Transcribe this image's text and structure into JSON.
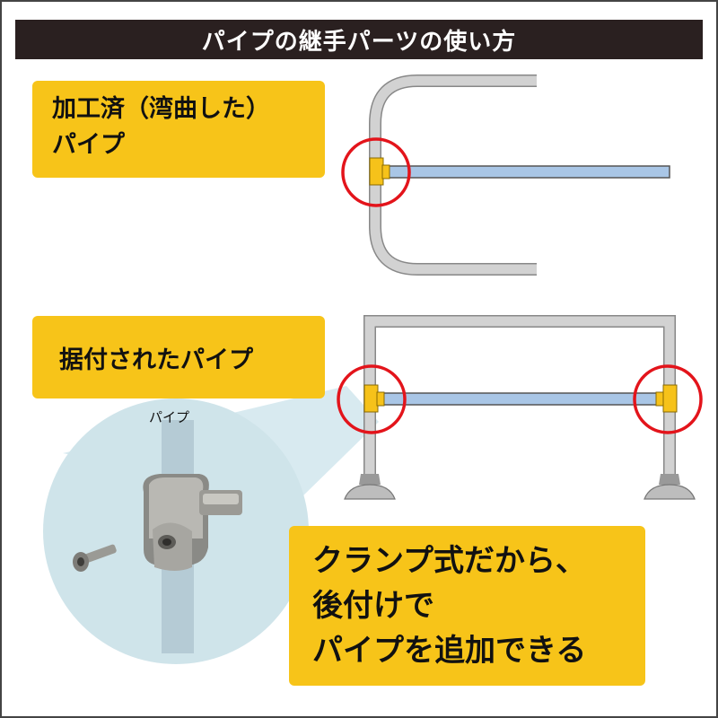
{
  "title": "パイプの継手パーツの使い方",
  "section1": {
    "lines": [
      "加工済（湾曲した）",
      "パイプ"
    ]
  },
  "section2": {
    "label": "据付されたパイプ"
  },
  "detail": {
    "pipe_label": "パイプ"
  },
  "callout": {
    "lines": [
      "クランプ式だから、",
      "後付けで",
      "パイプを追加できる"
    ]
  },
  "colors": {
    "title_bg": "#2a2020",
    "label_bg": "#f7c419",
    "pipe_gray": "#bdbdbd",
    "pipe_blue": "#a9c6e6",
    "joint_yellow": "#f6c21a",
    "highlight_red": "#e3141b",
    "detail_bg": "#cfe4ea"
  }
}
